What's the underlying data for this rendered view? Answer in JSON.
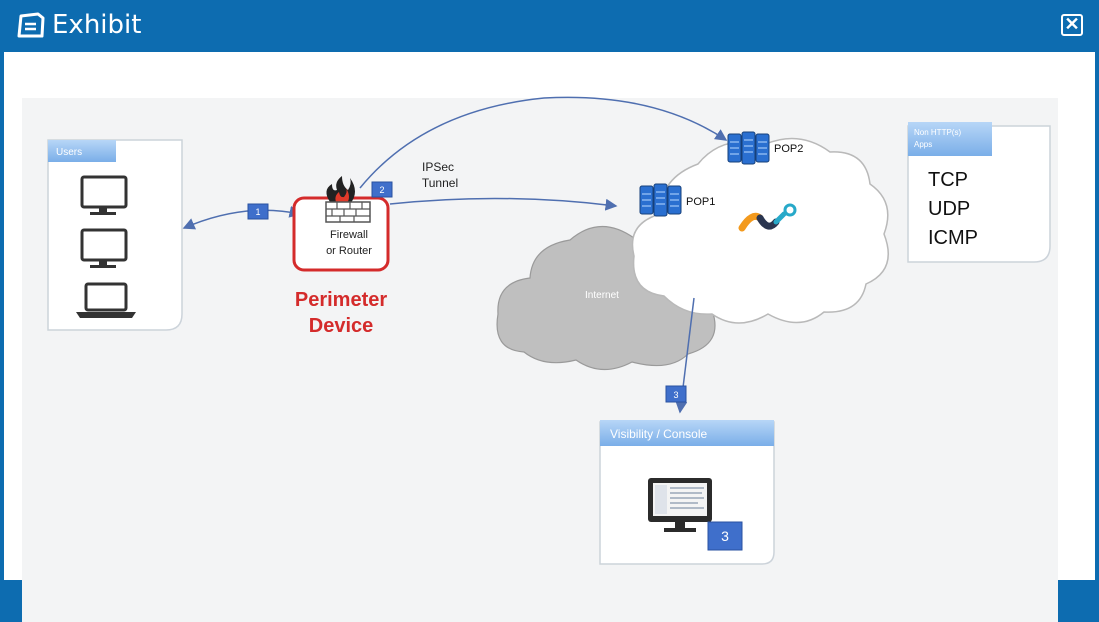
{
  "window": {
    "title": "Exhibit",
    "close_glyph": "✕"
  },
  "diagram": {
    "users_panel": {
      "header": "Users"
    },
    "perimeter": {
      "device_line1": "Firewall",
      "device_line2": "or Router",
      "caption_line1": "Perimeter",
      "caption_line2": "Device"
    },
    "tunnel": {
      "line1": "IPSec",
      "line2": "Tunnel"
    },
    "badges": {
      "step1": "1",
      "step2": "2",
      "step3": "3",
      "console_badge": "3"
    },
    "clouds": {
      "internet": "Internet",
      "pop1": "POP1",
      "pop2": "POP2"
    },
    "apps_panel": {
      "header_line1": "Non HTTP(s)",
      "header_line2": "Apps",
      "protocols": [
        "TCP",
        "UDP",
        "ICMP"
      ]
    },
    "console_panel": {
      "header": "Visibility / Console"
    }
  },
  "colors": {
    "titlebar": "#0d6cb0",
    "perimeter_red": "#d42b2b",
    "badge_blue": "#3f6fcb",
    "panel_header_blue": "#8fbdf0",
    "server_blue": "#2a6fd0",
    "logo_orange": "#f39a1e",
    "logo_teal": "#27a9c9",
    "logo_navy": "#2a3550"
  }
}
